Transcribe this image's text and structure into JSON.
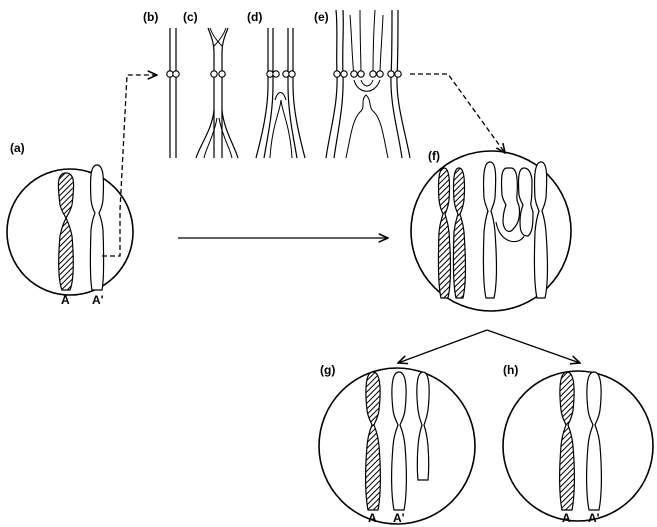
{
  "panels": {
    "a": "(a)",
    "b": "(b)",
    "c": "(c)",
    "d": "(d)",
    "e": "(e)",
    "f": "(f)",
    "g": "(g)",
    "h": "(h)"
  },
  "chromosomes": {
    "a_label": "A",
    "a_prime_label": "A'"
  },
  "colors": {
    "ink": "#000000",
    "background": "#ffffff"
  }
}
